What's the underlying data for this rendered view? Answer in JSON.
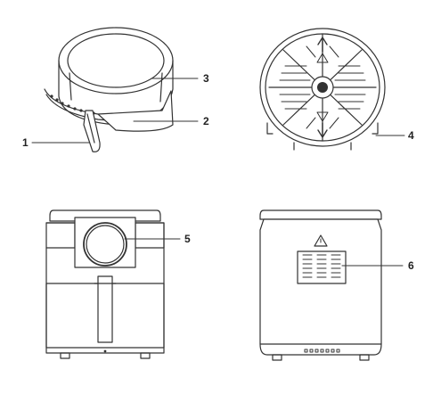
{
  "callouts": [
    {
      "id": "1",
      "label": "1"
    },
    {
      "id": "2",
      "label": "2"
    },
    {
      "id": "3",
      "label": "3"
    },
    {
      "id": "4",
      "label": "4"
    },
    {
      "id": "5",
      "label": "5"
    },
    {
      "id": "6",
      "label": "6"
    }
  ],
  "colors": {
    "stroke": "#333333",
    "fill": "#ffffff",
    "dark": "#222222"
  }
}
